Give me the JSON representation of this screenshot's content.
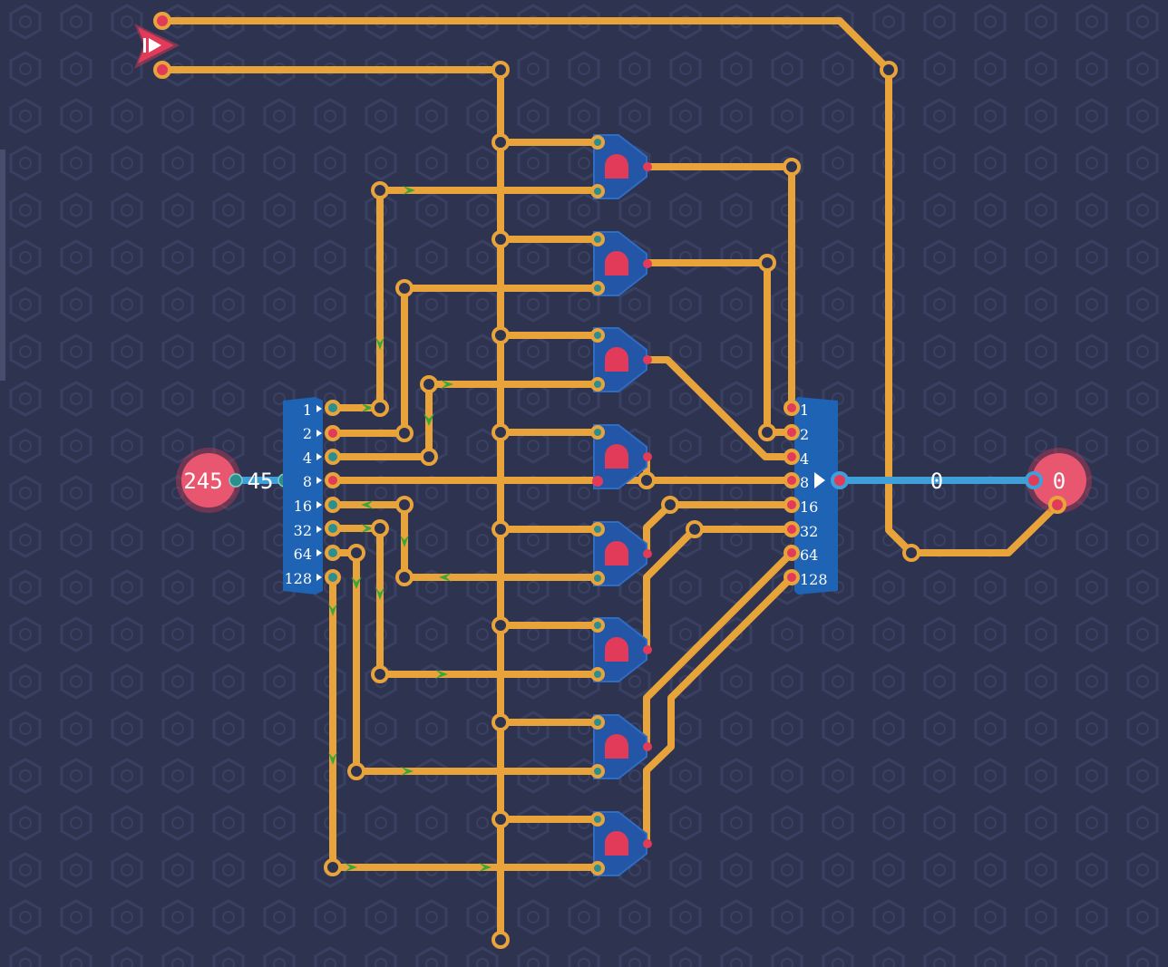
{
  "input_display": {
    "value": "245",
    "bus_value": "45"
  },
  "output_display": {
    "value": "0",
    "wire_value": "0"
  },
  "splitter": {
    "bits": [
      "1",
      "2",
      "4",
      "8",
      "16",
      "32",
      "64",
      "128"
    ]
  },
  "joiner": {
    "bits": [
      "1",
      "2",
      "4",
      "8",
      "16",
      "32",
      "64",
      "128"
    ]
  },
  "colors": {
    "background": "#2e3350",
    "wire": "#e8a33a",
    "bus_wire": "#3f9fd8",
    "component_blue": "#1e63b4",
    "pin_red": "#e23b5a",
    "signal_green": "#3aa63a"
  },
  "icons": {
    "gate": "and-gate-icon",
    "source": "clock-source-icon"
  }
}
